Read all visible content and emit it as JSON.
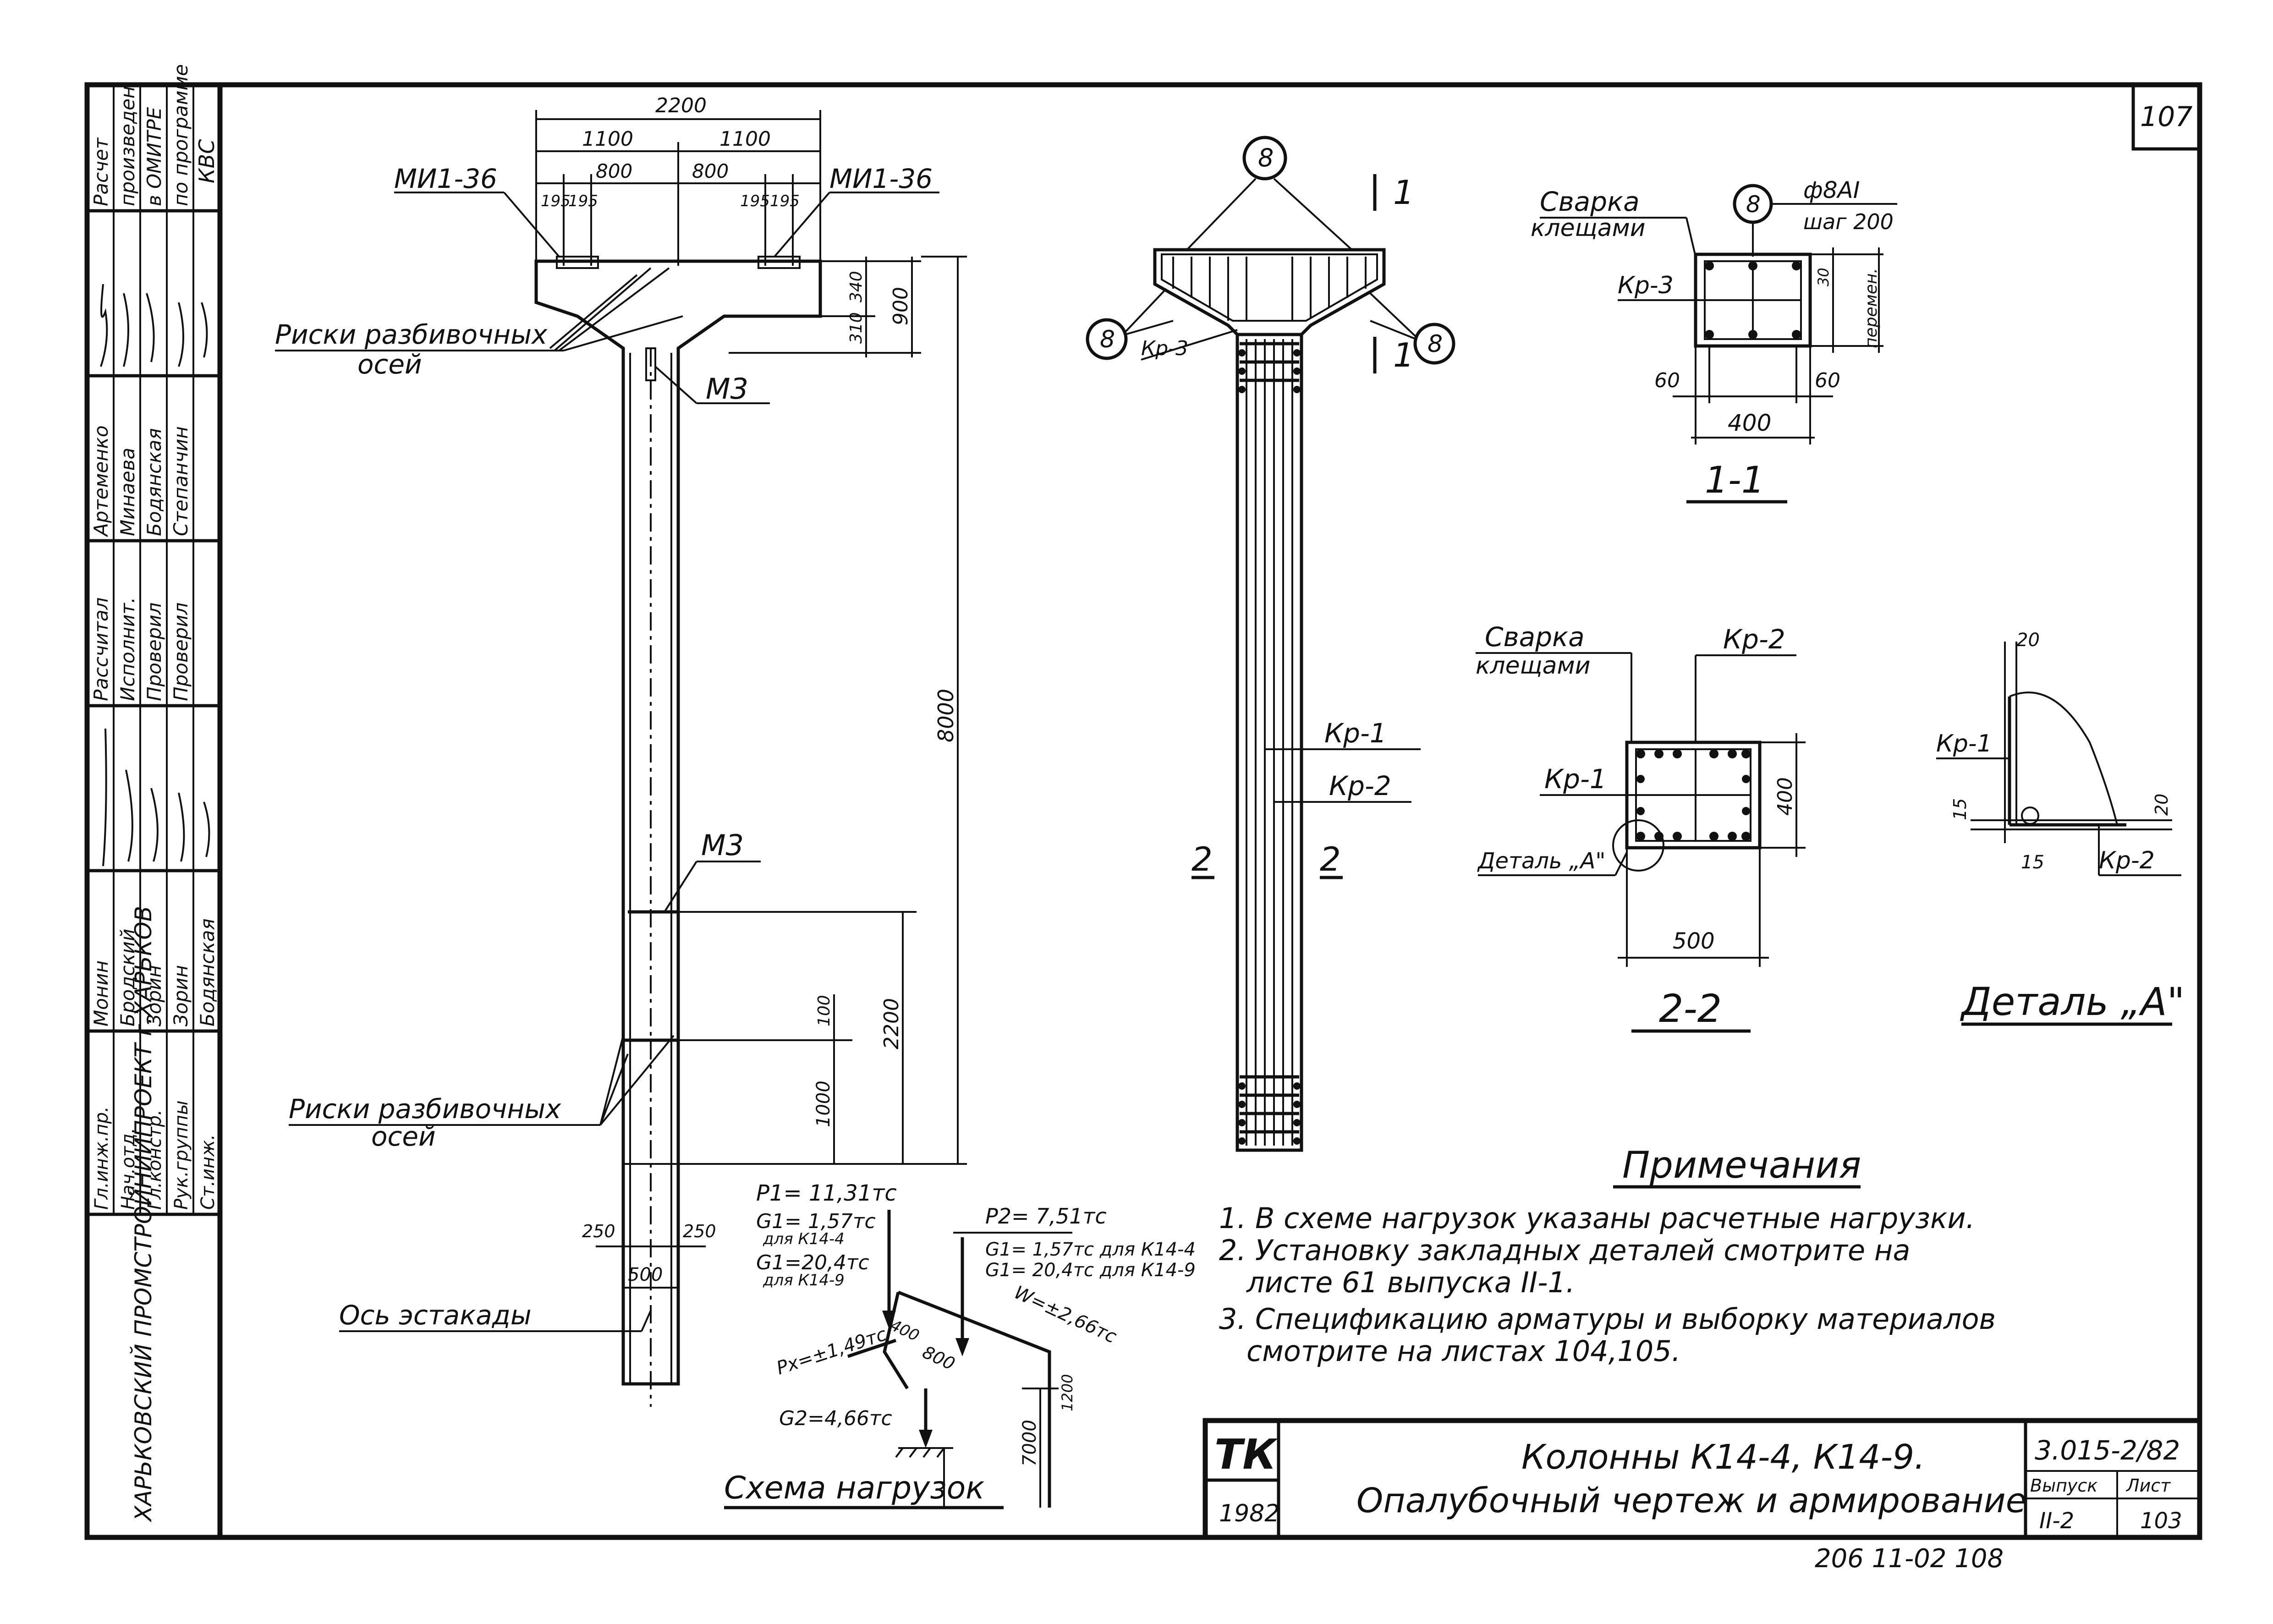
{
  "sheet": {
    "page_number_top": "107",
    "bottom_numbers": "206 11-02   108"
  },
  "side_stamp": {
    "organization": "ХАРЬКОВСКИЙ ПРОМСТРОЙНИИПРОЕКТ г.ХАРЬКОВ",
    "note_line1": "Расчет",
    "note_line2": "произведен",
    "note_line3": "в ОМИТРЕ",
    "note_line4": "по программе",
    "note_line5": "КВС",
    "positions": [
      "Гл.инж.пр.",
      "Нач.отд.",
      "Гл.констр.",
      "Рук.группы",
      "Ст.инж."
    ],
    "names_a": [
      "Монин",
      "Бродский",
      "Зорин",
      "Зорин",
      "Бодянская"
    ],
    "roles": [
      "Рассчитал",
      "Исполнит.",
      "Проверил",
      "Проверил"
    ],
    "names_b": [
      "Артеменко",
      "Минаева",
      "Бодянская",
      "Степанчин"
    ]
  },
  "elevation": {
    "dim_total_width": "2200",
    "dim_half_left": "1100",
    "dim_half_right": "1100",
    "dim_800_left": "800",
    "dim_800_right": "800",
    "dim_195_a": "195",
    "dim_195_b": "195",
    "dim_195_c": "195",
    "dim_195_d": "195",
    "embed_label_left": "МИ1-36",
    "embed_label_right": "МИ1-36",
    "dim_900": "900",
    "dim_340": "340",
    "dim_310": "310",
    "axis_marks_top_1": "Риски разбивочных",
    "axis_marks_top_2": "осей",
    "m3_top": "М3",
    "m3_bottom": "М3",
    "dim_8000": "8000",
    "dim_2200": "2200",
    "dim_100": "100",
    "dim_1000": "1000",
    "axis_marks_bottom_1": "Риски разбивочных",
    "axis_marks_bottom_2": "осей",
    "dim_250_left": "250",
    "dim_250_right": "250",
    "dim_500": "500",
    "trestle_axis": "Ось эстакады"
  },
  "reinforcement": {
    "bar_callout": "8",
    "section_mark": "1",
    "kp3_label": "Кр-3",
    "kp1_label": "Кр-1",
    "kp2_label": "Кр-2",
    "section2_mark": "2"
  },
  "section_1_1": {
    "welding_1": "Сварка",
    "welding_2": "клещами",
    "bar_callout": "8",
    "rebar_spec": "ф8АI",
    "rebar_step": "шаг 200",
    "kp3_label": "Кр-3",
    "dim_30": "30",
    "dim_variable": "перемен.",
    "dim_60_left": "60",
    "dim_60_right": "60",
    "dim_400": "400",
    "title": "1-1"
  },
  "section_2_2": {
    "welding_1": "Сварка",
    "welding_2": "клещами",
    "kp2_label": "Кр-2",
    "kp1_label": "Кр-1",
    "detail_ref": "Деталь „А\"",
    "dim_400": "400",
    "dim_500": "500",
    "title": "2-2"
  },
  "detail_a": {
    "dim_20_top": "20",
    "kp1_label": "Кр-1",
    "dim_15_left": "15",
    "dim_20_right": "20",
    "dim_15_bottom": "15",
    "kp2_label": "Кр-2",
    "title": "Деталь „А\""
  },
  "load_scheme": {
    "p1": "P1= 11,31тс",
    "g1_a": "G1= 1,57тс",
    "g1_a_for": "для К14-4",
    "g1_b": "G1=20,4тс",
    "g1_b_for": "для К14-9",
    "p2": "P2= 7,51тс",
    "g1_c": "G1= 1,57тс для К14-4",
    "g1_d": "G1= 20,4тс для К14-9",
    "w": "W=±2,66тс",
    "px": "Px=±1,49тс",
    "dim_400": "400",
    "dim_800": "800",
    "dim_1200": "1200",
    "g2": "G2=4,66тс",
    "dim_7000": "7000",
    "title": "Схема нагрузок"
  },
  "notes": {
    "title": "Примечания",
    "items": [
      "1. В схеме нагрузок указаны расчетные нагрузки.",
      "2. Установку закладных деталей смотрите на",
      "листе 61 выпуска II-1.",
      "3. Спецификацию арматуры и выборку материалов",
      "смотрите на листах 104,105."
    ]
  },
  "title_block": {
    "tk": "ТК",
    "year": "1982",
    "title_line1": "Колонны К14-4, К14-9.",
    "title_line2": "Опалубочный чертеж и армирование",
    "series": "3.015-2/82",
    "issue_label": "Выпуск",
    "sheet_label": "Лист",
    "issue": "II-2",
    "sheet_no": "103"
  }
}
